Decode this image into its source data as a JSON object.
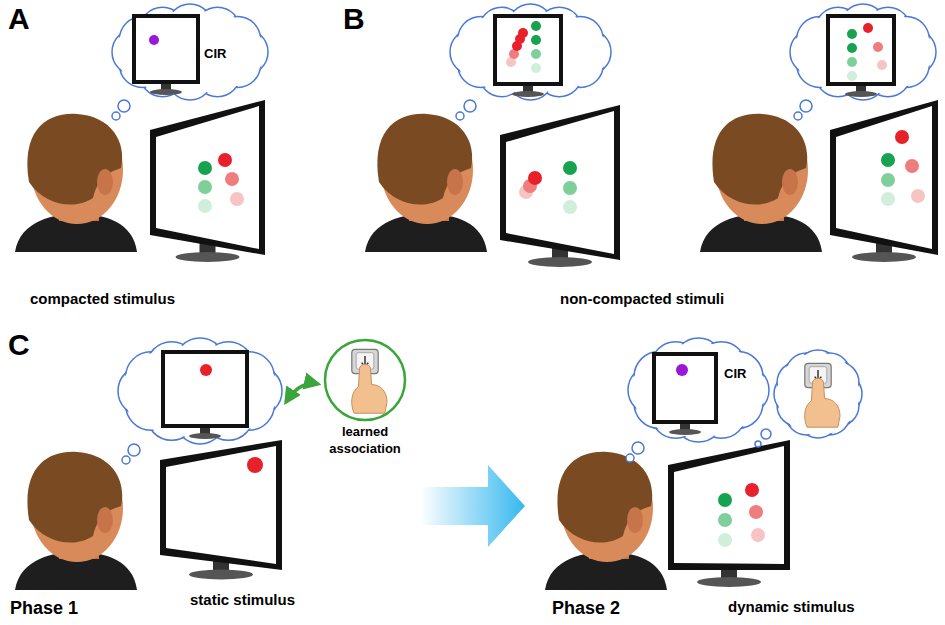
{
  "diagram": {
    "nodes": [
      {
        "text": [
          "CIR"
        ]
      },
      {
        "text": [
          "learned association"
        ]
      },
      {
        "text": [
          "CIR"
        ]
      }
    ],
    "labels": [
      "A",
      "B",
      "C",
      "compacted stimulus",
      "non-compacted stimuli",
      "Phase 1",
      "static stimulus",
      "Phase 2",
      "dynamic stimulus"
    ]
  }
}
